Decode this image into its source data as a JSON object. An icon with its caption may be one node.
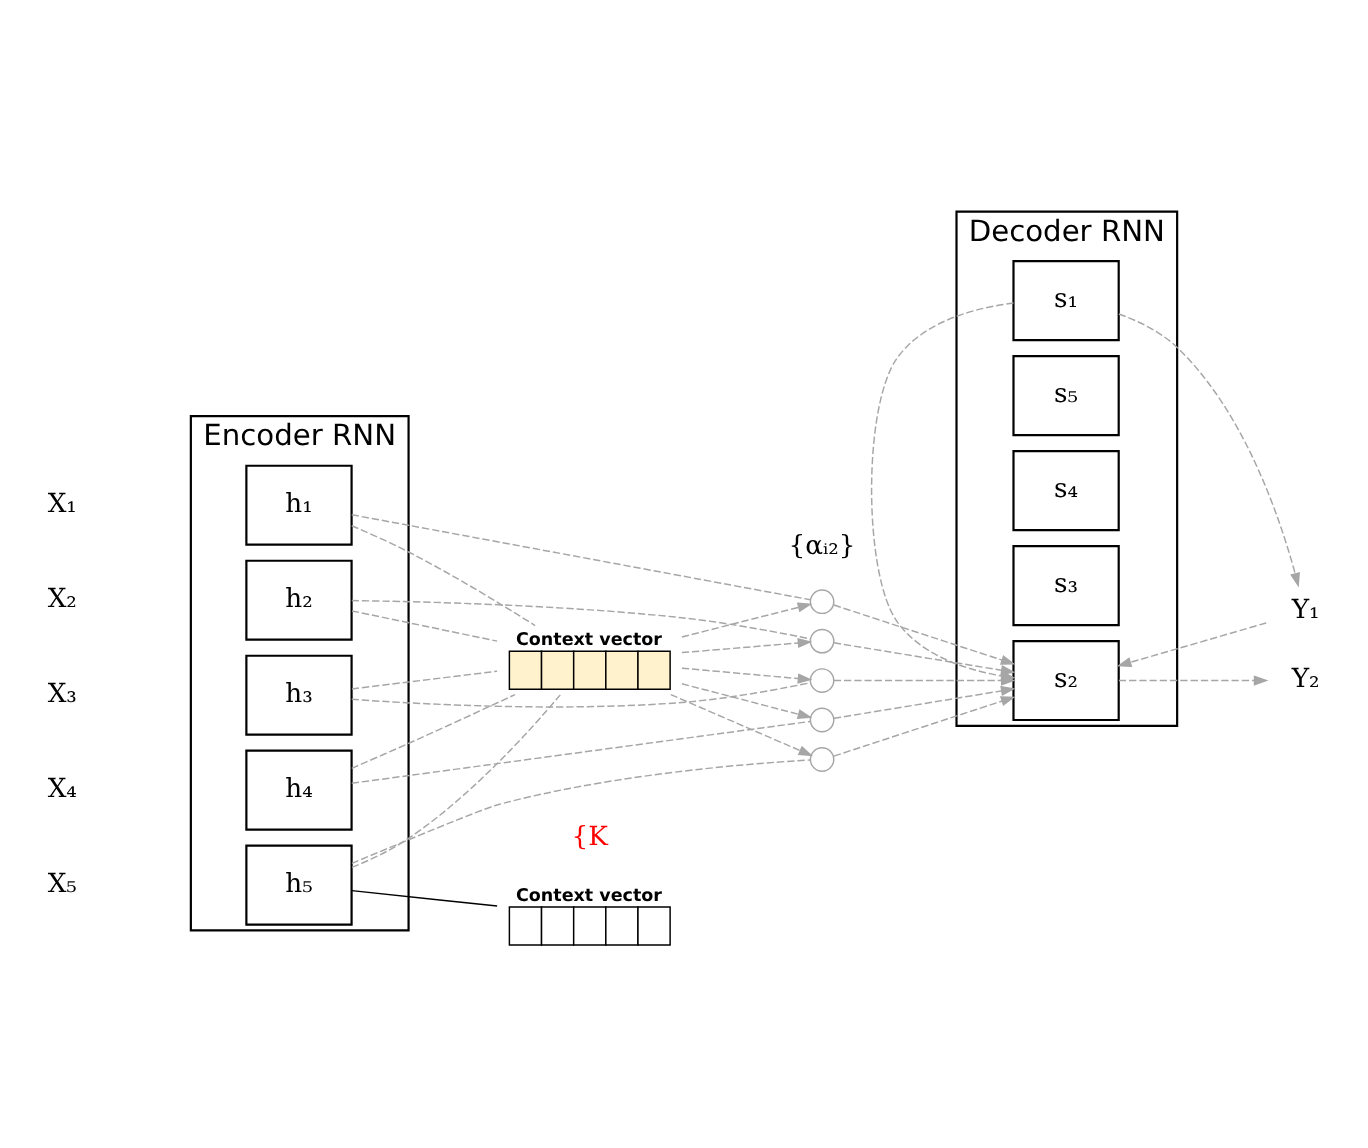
{
  "diagram": {
    "nodes": [
      {
        "text": [
          "Encoder RNN"
        ]
      },
      {
        "text": [
          "h₁"
        ],
        "in": 0
      },
      {
        "text": [
          "h₂"
        ],
        "in": 0
      },
      {
        "text": [
          "h₃"
        ],
        "in": 0
      },
      {
        "text": [
          "h₄"
        ],
        "in": 0
      },
      {
        "text": [
          "h₅"
        ],
        "in": 0
      },
      {
        "text": [
          "Decoder RNN"
        ]
      },
      {
        "text": [
          "s₁"
        ],
        "in": 6
      },
      {
        "text": [
          "s₂"
        ],
        "in": 6
      },
      {
        "text": [
          "s₃"
        ],
        "in": 6
      },
      {
        "text": [
          "s₄"
        ],
        "in": 6
      },
      {
        "text": [
          "s₅"
        ],
        "in": 6
      },
      {
        "text": [],
        "shape": "circle"
      },
      {
        "text": [],
        "shape": "circle"
      },
      {
        "text": [],
        "shape": "circle"
      },
      {
        "text": [],
        "shape": "circle"
      },
      {
        "text": [],
        "shape": "circle"
      },
      {
        "text": [
          "Y₁"
        ]
      },
      {
        "text": [
          "Y₂"
        ]
      },
      {
        "text": [
          "Context vector"
        ]
      },
      {
        "text": [
          "Context vector"
        ]
      }
    ],
    "edges": [
      {
        "from": 1,
        "to": 12,
        "arrow": "none",
        "style": "dashed"
      },
      {
        "from": 2,
        "to": 13,
        "arrow": "none",
        "style": "dashed"
      },
      {
        "from": 3,
        "to": 14,
        "arrow": "none",
        "style": "dashed"
      },
      {
        "from": 4,
        "to": 15,
        "arrow": "none",
        "style": "dashed"
      },
      {
        "from": 5,
        "to": 16,
        "arrow": "none",
        "style": "dashed"
      },
      {
        "from": 12,
        "to": 8,
        "arrow": "to",
        "style": "dashed"
      },
      {
        "from": 13,
        "to": 8,
        "arrow": "to",
        "style": "dashed"
      },
      {
        "from": 14,
        "to": 8,
        "arrow": "to",
        "style": "dashed"
      },
      {
        "from": 15,
        "to": 8,
        "arrow": "to",
        "style": "dashed"
      },
      {
        "from": 16,
        "to": 8,
        "arrow": "to",
        "style": "dashed"
      },
      {
        "from": 1,
        "to": 20,
        "arrow": "none",
        "style": "dashed"
      },
      {
        "from": 2,
        "to": 20,
        "arrow": "none",
        "style": "dashed"
      },
      {
        "from": 3,
        "to": 20,
        "arrow": "none",
        "style": "dashed"
      },
      {
        "from": 4,
        "to": 20,
        "arrow": "none",
        "style": "dashed"
      },
      {
        "from": 5,
        "to": 20,
        "arrow": "none",
        "style": "dashed"
      },
      {
        "from": 20,
        "to": 12,
        "arrow": "to",
        "style": "dashed"
      },
      {
        "from": 20,
        "to": 13,
        "arrow": "to",
        "style": "dashed"
      },
      {
        "from": 20,
        "to": 14,
        "arrow": "to",
        "style": "dashed"
      },
      {
        "from": 20,
        "to": 15,
        "arrow": "to",
        "style": "dashed"
      },
      {
        "from": 20,
        "to": 16,
        "arrow": "to",
        "style": "dashed"
      },
      {
        "from": 7,
        "to": 17,
        "arrow": "to",
        "style": "dashed"
      },
      {
        "from": 17,
        "to": 8,
        "arrow": "to",
        "style": "dashed"
      },
      {
        "from": 8,
        "to": 18,
        "arrow": "to",
        "style": "dashed"
      },
      {
        "from": 7,
        "to": 8,
        "arrow": "to",
        "style": "dashed"
      },
      {
        "from": 5,
        "to": 19,
        "arrow": "none",
        "color": "#000000"
      }
    ],
    "labels": [
      "X₁",
      "X₂",
      "X₃",
      "X₄",
      "X₅",
      "{αᵢ₂}",
      "{K"
    ]
  }
}
